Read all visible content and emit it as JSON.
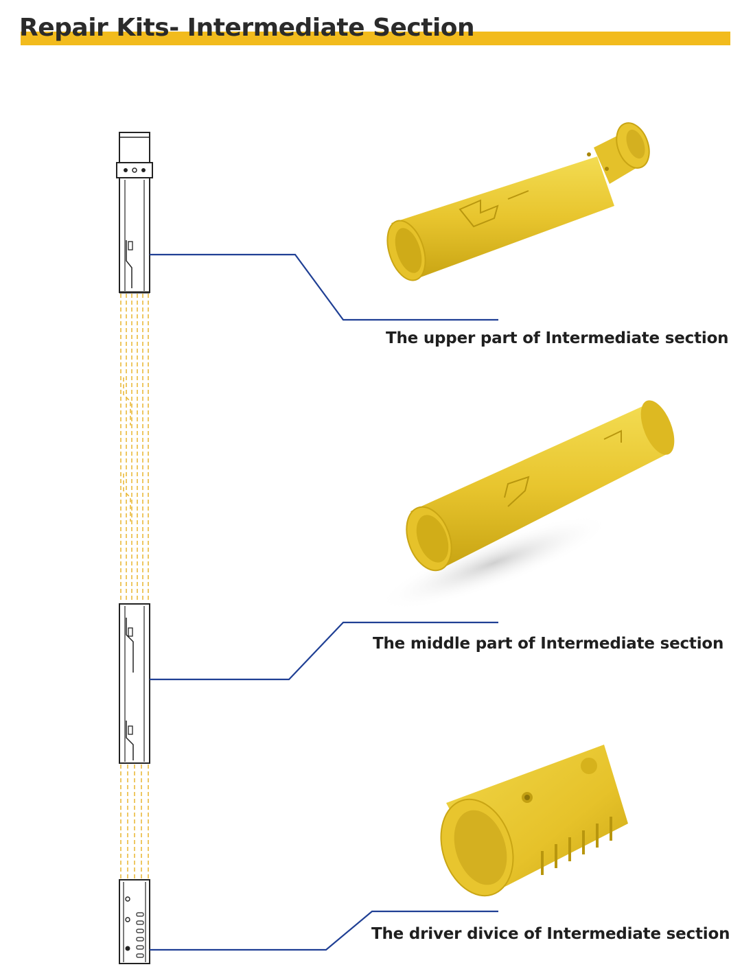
{
  "header": {
    "title": "Repair Kits- Intermediate Section",
    "accent_color": "#f2bb1d"
  },
  "parts": [
    {
      "label": "The upper part of Intermediate section"
    },
    {
      "label": "The middle part of Intermediate section"
    },
    {
      "label": "The driver divice of Intermediate section"
    }
  ],
  "colors": {
    "leader_line": "#1f3f94",
    "part_fill": "#e8c52e",
    "part_shade": "#c9a514",
    "drawing_outline": "#222222",
    "drawing_hidden": "#e9b93a"
  }
}
